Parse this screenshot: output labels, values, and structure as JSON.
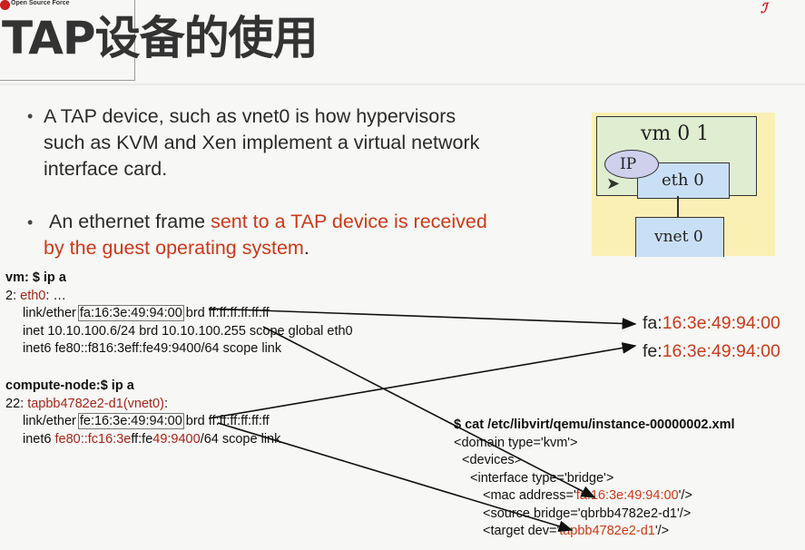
{
  "header": {
    "logo_text": "Open Source Force",
    "title": "TAP设备的使用"
  },
  "bullets": [
    {
      "lines": [
        "A TAP device, such as vnet0 is how hypervisors",
        "such as KVM and Xen implement a virtual network",
        "interface card."
      ]
    },
    {
      "prefix": "An ethernet frame ",
      "highlight_1": "sent to a TAP device is received",
      "highlight_2": "by the guest operating system",
      "suffix": "."
    }
  ],
  "diagram": {
    "vm_label": "vm 0 1",
    "ip_label": "IP",
    "eth_label": "eth 0",
    "vnet_label": "vnet 0"
  },
  "vm_block": {
    "prompt": "vm: $ ip a",
    "iface_num": "2: ",
    "iface_name": "eth0",
    "iface_rest": ": …",
    "link_prefix": "link/ether ",
    "link_mac": "fa:16:3e:49:94:00",
    "link_suffix": " brd ff:ff:ff:ff:ff:ff",
    "inet": "inet 10.10.100.6/24 brd 10.10.100.255 scope global eth0",
    "inet6": "inet6 fe80::f816:3eff:fe49:9400/64 scope link"
  },
  "compute_block": {
    "prompt": "compute-node:$ ip a",
    "iface_num": "22: ",
    "iface_name": "tapbb4782e2-d1(vnet0)",
    "iface_rest": ":",
    "link_prefix": "link/ether ",
    "link_mac": "fe:16:3e:49:94:00",
    "link_suffix": " brd ff:ff:ff:ff:ff:ff",
    "inet6_a": "inet6 ",
    "inet6_b": "fe80::fc",
    "inet6_c": "16:3e",
    "inet6_d": "ff:fe",
    "inet6_e": "49:9400",
    "inet6_f": "/64 scope link"
  },
  "macs": {
    "mac1_prefix": "fa:",
    "mac1_rest": "16:3e:49:94:00",
    "mac2_prefix": "fe:",
    "mac2_rest": "16:3e:49:94:00"
  },
  "xml_block": {
    "command": "$ cat /etc/libvirt/qemu/instance-00000002.xml",
    "line1": "<domain type='kvm'>",
    "line2": "<devices>",
    "line3": "<interface type='bridge'>",
    "mac_prefix": "<mac address='",
    "mac_value": "fa:16:3e:49:94:00",
    "mac_suffix": "'/>",
    "source": "<source bridge='qbrbb4782e2-d1'/>",
    "target_prefix": "<target dev='",
    "target_value": "tapbb4782e2-d1",
    "target_suffix": "'/>"
  },
  "colors": {
    "accent_red": "#c83a1a",
    "dark_red": "#a0281a",
    "vm_box": "#dfedd0",
    "nic_box": "#c9dff5",
    "diagram_bg": "#fbf0b4"
  }
}
